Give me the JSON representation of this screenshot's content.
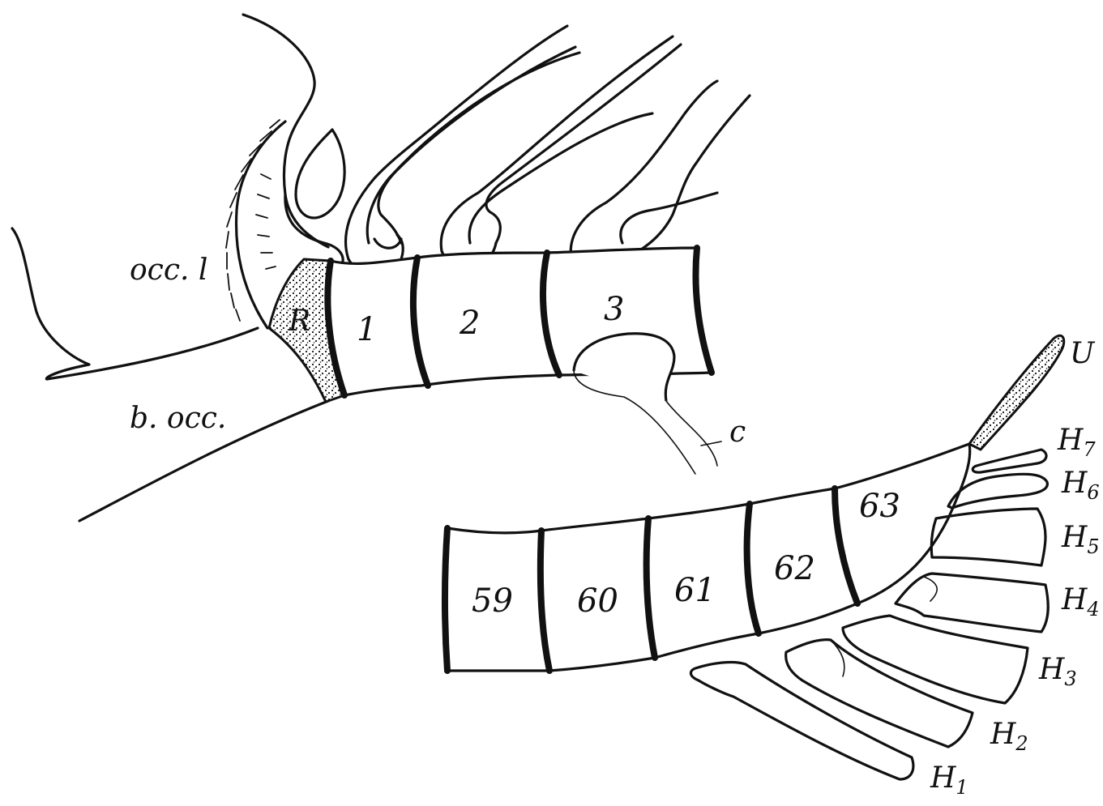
{
  "figure": {
    "labels": {
      "occ_l": "occ. l",
      "b_occ": "b. occ.",
      "R": "R",
      "c": "c",
      "U": "U"
    },
    "front_vertebrae": [
      "1",
      "2",
      "3"
    ],
    "caudal_vertebrae": [
      "59",
      "60",
      "61",
      "62",
      "63"
    ],
    "hypurals": [
      {
        "letter": "H",
        "index": "7"
      },
      {
        "letter": "H",
        "index": "6"
      },
      {
        "letter": "H",
        "index": "5"
      },
      {
        "letter": "H",
        "index": "4"
      },
      {
        "letter": "H",
        "index": "3"
      },
      {
        "letter": "H",
        "index": "2"
      },
      {
        "letter": "H",
        "index": "1"
      }
    ]
  }
}
